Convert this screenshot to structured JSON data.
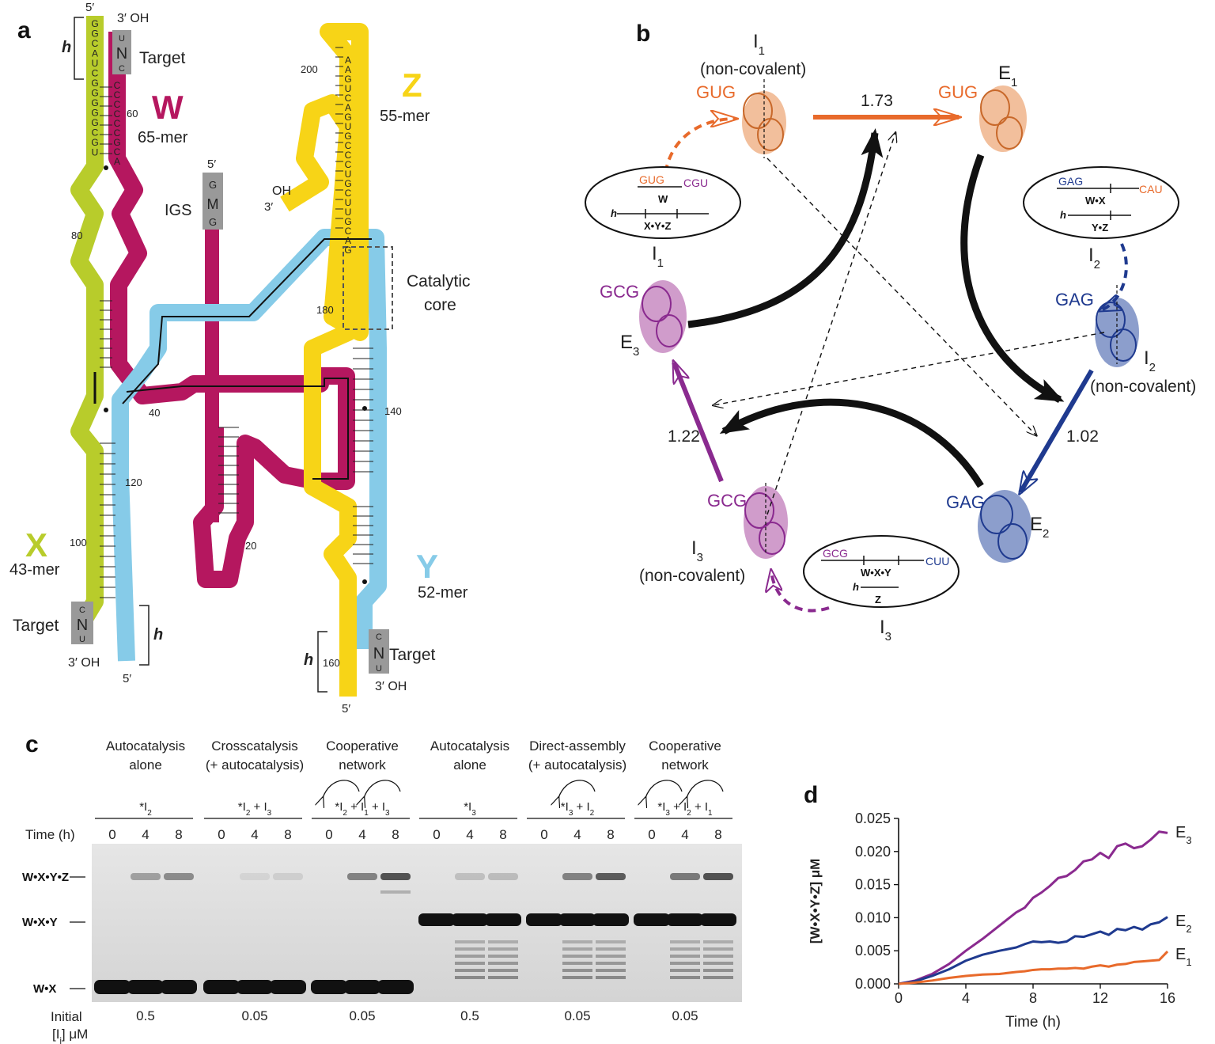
{
  "panel_a": {
    "letter": "a",
    "strands": {
      "W": {
        "name": "W",
        "size": "65-mer",
        "color": "#b5175f"
      },
      "X": {
        "name": "X",
        "size": "43-mer",
        "color": "#b8cc2b"
      },
      "Y": {
        "name": "Y",
        "size": "52-mer",
        "color": "#86cbe8"
      },
      "Z": {
        "name": "Z",
        "size": "55-mer",
        "color": "#f7d417"
      }
    },
    "labels": {
      "target": "Target",
      "five_prime": "5′",
      "three_prime_oh": "3′ OH",
      "oh": "OH",
      "three_prime": "3′",
      "igs": "IGS",
      "catalytic_core": [
        "Catalytic",
        "core"
      ],
      "h": "h"
    },
    "nucleotide_numbers": [
      "60",
      "80",
      "40",
      "20",
      "100",
      "120",
      "140",
      "160",
      "180",
      "200"
    ],
    "boxes": {
      "x_target": [
        "C",
        "N",
        "U"
      ],
      "w_target": [
        "U",
        "N",
        "C"
      ],
      "igs": [
        "G",
        "M",
        "G"
      ],
      "y_target": [
        "C",
        "N",
        "U"
      ]
    },
    "x_strand_top": [
      "G",
      "G",
      "C",
      "A",
      "U",
      "C",
      "G",
      "G",
      "G",
      "G",
      "G",
      "C",
      "G",
      "U"
    ],
    "w_strand_top": [
      "C",
      "C",
      "C",
      "C",
      "C",
      "C",
      "G",
      "C",
      "A"
    ],
    "z_strand_top": [
      "A",
      "A",
      "G",
      "U",
      "C",
      "A",
      "G",
      "U",
      "G",
      "C",
      "C",
      "C",
      "U",
      "G",
      "C",
      "U",
      "U",
      "G",
      "C",
      "A",
      "G"
    ]
  },
  "panel_b": {
    "letter": "b",
    "nodes": {
      "I1_top": {
        "label": "I",
        "sub": "1",
        "note": "(non-covalent)",
        "codon": "GUG"
      },
      "E1": {
        "label": "E",
        "sub": "1",
        "codon": "GUG"
      },
      "I2": {
        "label": "I",
        "sub": "2",
        "note": "(non-covalent)",
        "codon": "GAG"
      },
      "E2": {
        "label": "E",
        "sub": "2",
        "codon": "GAG"
      },
      "I3": {
        "label": "I",
        "sub": "3",
        "note": "(non-covalent)",
        "codon": "GCG"
      },
      "E3": {
        "label": "E",
        "sub": "3",
        "codon": "GCG"
      }
    },
    "rates": {
      "r1": "1.73",
      "r2": "1.02",
      "r3": "1.22"
    },
    "schematics": {
      "s1": {
        "left": "GUG",
        "right": "CGU",
        "mid": "W",
        "h": "h",
        "bottom": "X•Y•Z",
        "name": "I",
        "sub": "1"
      },
      "s2": {
        "left": "GAG",
        "right": "CAU",
        "mid": "W•X",
        "h": "h",
        "bottom": "Y•Z",
        "name": "I",
        "sub": "2"
      },
      "s3": {
        "left": "GCG",
        "right": "CUU",
        "mid": "W•X•Y",
        "h": "h",
        "bottom": "Z",
        "name": "I",
        "sub": "3"
      }
    },
    "colors": {
      "orange": "#e86a2b",
      "blue": "#1f3a8f",
      "purple": "#8a2a8f",
      "black": "#111111"
    }
  },
  "panel_c": {
    "letter": "c",
    "groups": [
      {
        "title": [
          "Autocatalysis",
          "alone"
        ],
        "condition": "*I",
        "cond_sub": "2",
        "cond_rest": "",
        "initial": "0.5"
      },
      {
        "title": [
          "Crosscatalysis",
          "(+ autocatalysis)"
        ],
        "condition": "*I",
        "cond_sub": "2",
        "cond_rest": " + I",
        "cond_sub2": "3",
        "initial": "0.05"
      },
      {
        "title": [
          "Cooperative",
          "network"
        ],
        "condition": "*I",
        "cond_sub": "2",
        "cond_rest": " + I",
        "cond_sub2": "1",
        "cond_rest2": " + I",
        "cond_sub3": "3",
        "initial": "0.05"
      },
      {
        "title": [
          "Autocatalysis",
          "alone"
        ],
        "condition": "*I",
        "cond_sub": "3",
        "cond_rest": "",
        "initial": "0.5"
      },
      {
        "title": [
          "Direct-assembly",
          "(+ autocatalysis)"
        ],
        "condition": "*I",
        "cond_sub": "3",
        "cond_rest": " + I",
        "cond_sub2": "2",
        "initial": "0.05"
      },
      {
        "title": [
          "Cooperative",
          "network"
        ],
        "condition": "*I",
        "cond_sub": "3",
        "cond_rest": " + I",
        "cond_sub2": "2",
        "cond_rest2": " + I",
        "cond_sub3": "1",
        "initial": "0.05"
      }
    ],
    "time_label": "Time (h)",
    "times": [
      "0",
      "4",
      "8"
    ],
    "bands": [
      "W•X•Y•Z",
      "W•X•Y",
      "W•X"
    ],
    "initial_label": [
      "Initial",
      "[I",
      "j",
      "] μM"
    ]
  },
  "chart_data": {
    "type": "line",
    "title": "",
    "xlabel": "Time (h)",
    "ylabel": "[W•X•Y•Z] μM",
    "xlim": [
      0,
      16
    ],
    "ylim": [
      0,
      0.025
    ],
    "xticks": [
      "0",
      "4",
      "8",
      "12",
      "16"
    ],
    "yticks": [
      "0.000",
      "0.005",
      "0.010",
      "0.015",
      "0.020",
      "0.025"
    ],
    "panel_letter": "d",
    "series": [
      {
        "name": "E",
        "sub": "3",
        "color": "#8a2a8f",
        "x": [
          0,
          1,
          2,
          3,
          4,
          5,
          6,
          7,
          7.5,
          8,
          8.5,
          9,
          9.5,
          10,
          10.5,
          11,
          11.5,
          12,
          12.5,
          13,
          13.5,
          14,
          14.5,
          15,
          15.5,
          16
        ],
        "y": [
          0,
          0.0005,
          0.0015,
          0.003,
          0.005,
          0.0068,
          0.0088,
          0.0108,
          0.0115,
          0.013,
          0.0138,
          0.0148,
          0.016,
          0.0163,
          0.0172,
          0.0185,
          0.0188,
          0.0198,
          0.019,
          0.0208,
          0.0212,
          0.0205,
          0.0208,
          0.0218,
          0.023,
          0.0228
        ]
      },
      {
        "name": "E",
        "sub": "2",
        "color": "#1f3a8f",
        "x": [
          0,
          1,
          2,
          3,
          4,
          5,
          6,
          7,
          7.5,
          8,
          8.5,
          9,
          9.5,
          10,
          10.5,
          11,
          11.5,
          12,
          12.5,
          13,
          13.5,
          14,
          14.5,
          15,
          15.5,
          16
        ],
        "y": [
          0,
          0.0004,
          0.0012,
          0.0022,
          0.0035,
          0.0044,
          0.005,
          0.0055,
          0.006,
          0.0064,
          0.0063,
          0.0064,
          0.0062,
          0.0064,
          0.0072,
          0.0071,
          0.0075,
          0.0079,
          0.0074,
          0.0083,
          0.0081,
          0.0086,
          0.0082,
          0.009,
          0.0093,
          0.0101
        ]
      },
      {
        "name": "E",
        "sub": "1",
        "color": "#e86a2b",
        "x": [
          0,
          1,
          2,
          3,
          4,
          5,
          6,
          7,
          7.5,
          8,
          8.5,
          9,
          9.5,
          10,
          10.5,
          11,
          11.5,
          12,
          12.5,
          13,
          13.5,
          14,
          14.5,
          15,
          15.5,
          16
        ],
        "y": [
          0,
          0.0002,
          0.0005,
          0.0009,
          0.0012,
          0.0014,
          0.0015,
          0.0018,
          0.0019,
          0.0021,
          0.0022,
          0.0022,
          0.0023,
          0.0023,
          0.0024,
          0.0023,
          0.0026,
          0.0028,
          0.0026,
          0.0029,
          0.003,
          0.0033,
          0.0034,
          0.0035,
          0.0036,
          0.0049
        ]
      }
    ]
  }
}
